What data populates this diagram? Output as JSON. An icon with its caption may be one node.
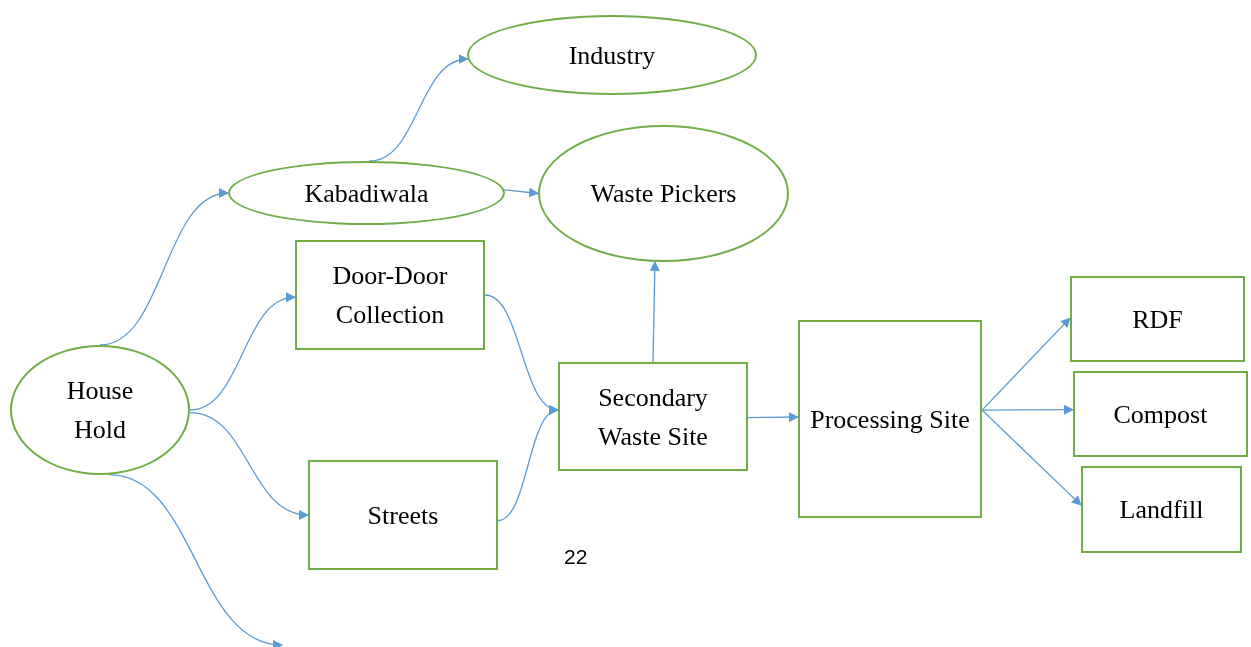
{
  "diagram": {
    "nodes": [
      {
        "text": [
          "House Hold"
        ]
      },
      {
        "text": [
          "Kabadiwala"
        ]
      },
      {
        "text": [
          "Industry"
        ]
      },
      {
        "text": [
          "Waste Pickers"
        ]
      },
      {
        "text": [
          "Door-Door Collection"
        ]
      },
      {
        "text": [
          "Streets"
        ]
      },
      {
        "text": [
          "Secondary Waste Site"
        ]
      },
      {
        "text": [
          "Processing Site"
        ]
      },
      {
        "text": [
          "RDF"
        ]
      },
      {
        "text": [
          "Compost"
        ]
      },
      {
        "text": [
          "Landfill"
        ]
      }
    ],
    "edges": [
      {
        "from": 0,
        "to": 1,
        "arrow": "to"
      },
      {
        "from": 0,
        "to": 4,
        "arrow": "to"
      },
      {
        "from": 0,
        "to": 5,
        "arrow": "to"
      },
      {
        "from": 0,
        "to": null,
        "arrow": "to"
      },
      {
        "from": 1,
        "to": 2,
        "arrow": "to"
      },
      {
        "from": 1,
        "to": 3,
        "arrow": "to"
      },
      {
        "from": 4,
        "to": 6,
        "arrow": "to"
      },
      {
        "from": 5,
        "to": 6,
        "arrow": "to"
      },
      {
        "from": 6,
        "to": 3,
        "arrow": "to"
      },
      {
        "from": 6,
        "to": 7,
        "arrow": "to"
      },
      {
        "from": 7,
        "to": 8,
        "arrow": "to"
      },
      {
        "from": 7,
        "to": 9,
        "arrow": "to"
      },
      {
        "from": 7,
        "to": 10,
        "arrow": "to"
      }
    ],
    "labels": [
      "22"
    ]
  }
}
